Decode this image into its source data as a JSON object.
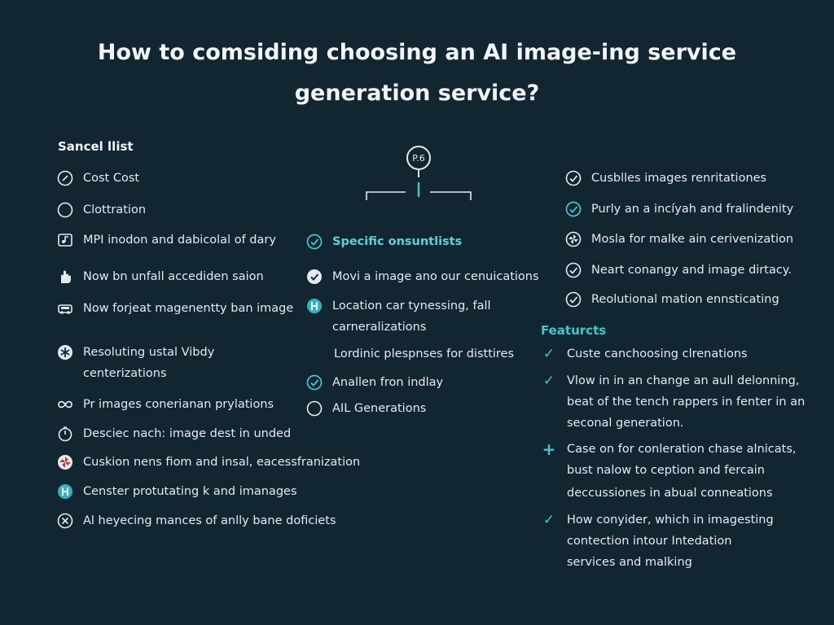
{
  "title": {
    "line1": "How to comsiding choosing an AI image-ing service",
    "line2": "generation service?"
  },
  "diagram": {
    "node_label": "P.6"
  },
  "left": {
    "heading": "Sancel llist",
    "items": [
      {
        "text": "Cost Cost",
        "icon": "check-circle-icon"
      },
      {
        "text": "Clottration",
        "icon": "circle-icon"
      },
      {
        "text": "MPI inodon and dabicolal of dary",
        "icon": "music-icon"
      },
      {
        "text": "Now bn unfall accediden saion",
        "icon": "hand-icon"
      },
      {
        "text": "Now forjeat magenentty ban image",
        "icon": "car-icon"
      },
      {
        "text": "Resoluting ustal Vibdy",
        "text2": "centerizations",
        "icon": "asterisk-icon"
      },
      {
        "text": "Pr images conerianan prylations",
        "icon": "infinity-icon"
      },
      {
        "text": "Desciec nach: image dest in unded",
        "icon": "timer-icon"
      },
      {
        "text": "Cuskion nens fiom and insal, eacessfranization",
        "icon": "pinwheel-icon"
      },
      {
        "text": "Censter protutating k and imanages",
        "icon": "teal-badge-icon"
      },
      {
        "text": "Al heyecing mances of anlly bane doficiets",
        "icon": "x-circle-icon"
      }
    ]
  },
  "middle": {
    "items": [
      {
        "text": "Specific onsuntlists",
        "icon": "check-circle-teal-icon",
        "accent": true
      },
      {
        "text": "Movi a image ano our cenuications",
        "icon": "check-filled-icon"
      },
      {
        "text": "Location car tynessing, fall",
        "text2": "carneralizations",
        "icon": "teal-badge-icon"
      },
      {
        "text": "Lordinic plespnses for disttires",
        "icon": "none"
      },
      {
        "text": "Anallen fron indlay",
        "icon": "check-circle-teal-icon"
      },
      {
        "text": "AIL Generations",
        "icon": "circle-icon"
      }
    ]
  },
  "right": {
    "items": [
      {
        "text": "Cusblles images renritationes",
        "icon": "check-circle-icon"
      },
      {
        "text": "Purly an a incíyah and fralindenity",
        "icon": "check-circle-teal-icon"
      },
      {
        "text": "Mosla for malke ain cerivenization",
        "icon": "pinwheel-icon"
      },
      {
        "text": "Neart conangy and image dirtacy.",
        "icon": "check-circle-icon"
      },
      {
        "text": "Reolutional mation ennsticating",
        "icon": "check-circle-icon"
      }
    ],
    "features_heading": "Featurcts",
    "features": [
      {
        "lines": [
          "Custe canchoosing clrenations"
        ],
        "icon": "tick-icon"
      },
      {
        "lines": [
          "Vlow in in an change an aull delonning,",
          "beat of the tench rappers in fenter in an",
          "seconal generation."
        ],
        "icon": "tick-icon"
      },
      {
        "lines": [
          "Case on for conleration chase alnicats,",
          "bust nalow to ception and fercain",
          "deccussiones in abual conneations"
        ],
        "icon": "plus-icon"
      },
      {
        "lines": [
          "How conyider, which in imagesting",
          "contection intour Intedation",
          "services and malking"
        ],
        "icon": "tick-icon"
      }
    ]
  },
  "colors": {
    "background": "#122631",
    "accent": "#3bc9cf",
    "text": "#e4ebee"
  }
}
